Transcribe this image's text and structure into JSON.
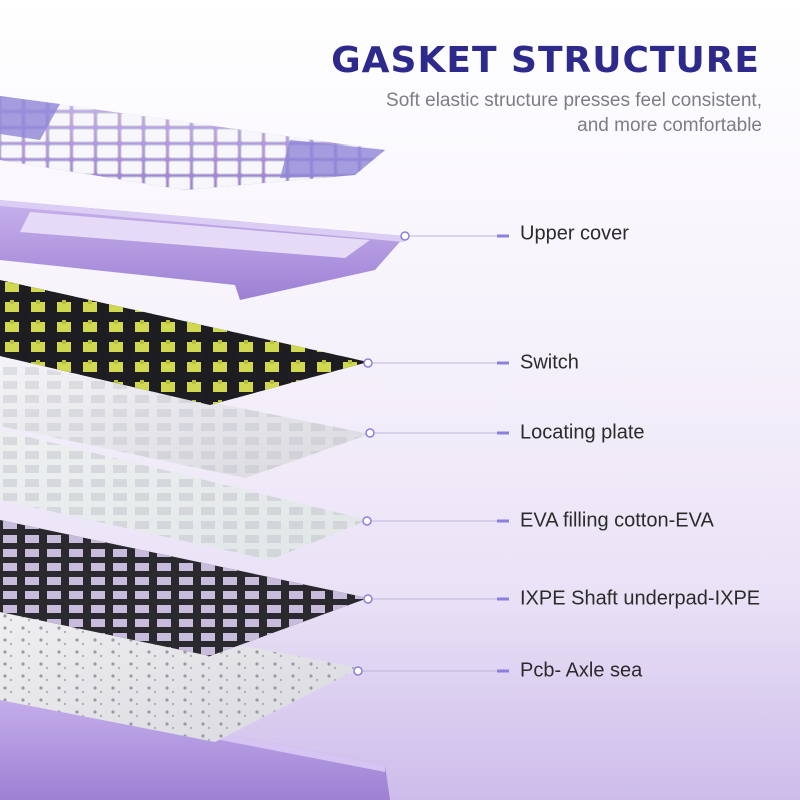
{
  "header": {
    "title": "GASKET STRUCTURE",
    "subtitle": "Soft elastic structure presses feel consistent, and more comfortable"
  },
  "layers": [
    {
      "id": "upper-cover",
      "label": "Upper cover"
    },
    {
      "id": "switch",
      "label": "Switch"
    },
    {
      "id": "locating-plate",
      "label": "Locating plate"
    },
    {
      "id": "eva-filling",
      "label": "EVA filling cotton-EVA"
    },
    {
      "id": "ixpe-underpad",
      "label": "IXPE Shaft underpad-IXPE"
    },
    {
      "id": "pcb",
      "label": "Pcb- Axle sea"
    }
  ],
  "colors": {
    "title": "#2e2a8c",
    "accent": "#8b7fe0",
    "case_purple": "#b69ae0",
    "switch_yellow": "#c9d64a",
    "plate_dark": "#2a2a2e"
  }
}
